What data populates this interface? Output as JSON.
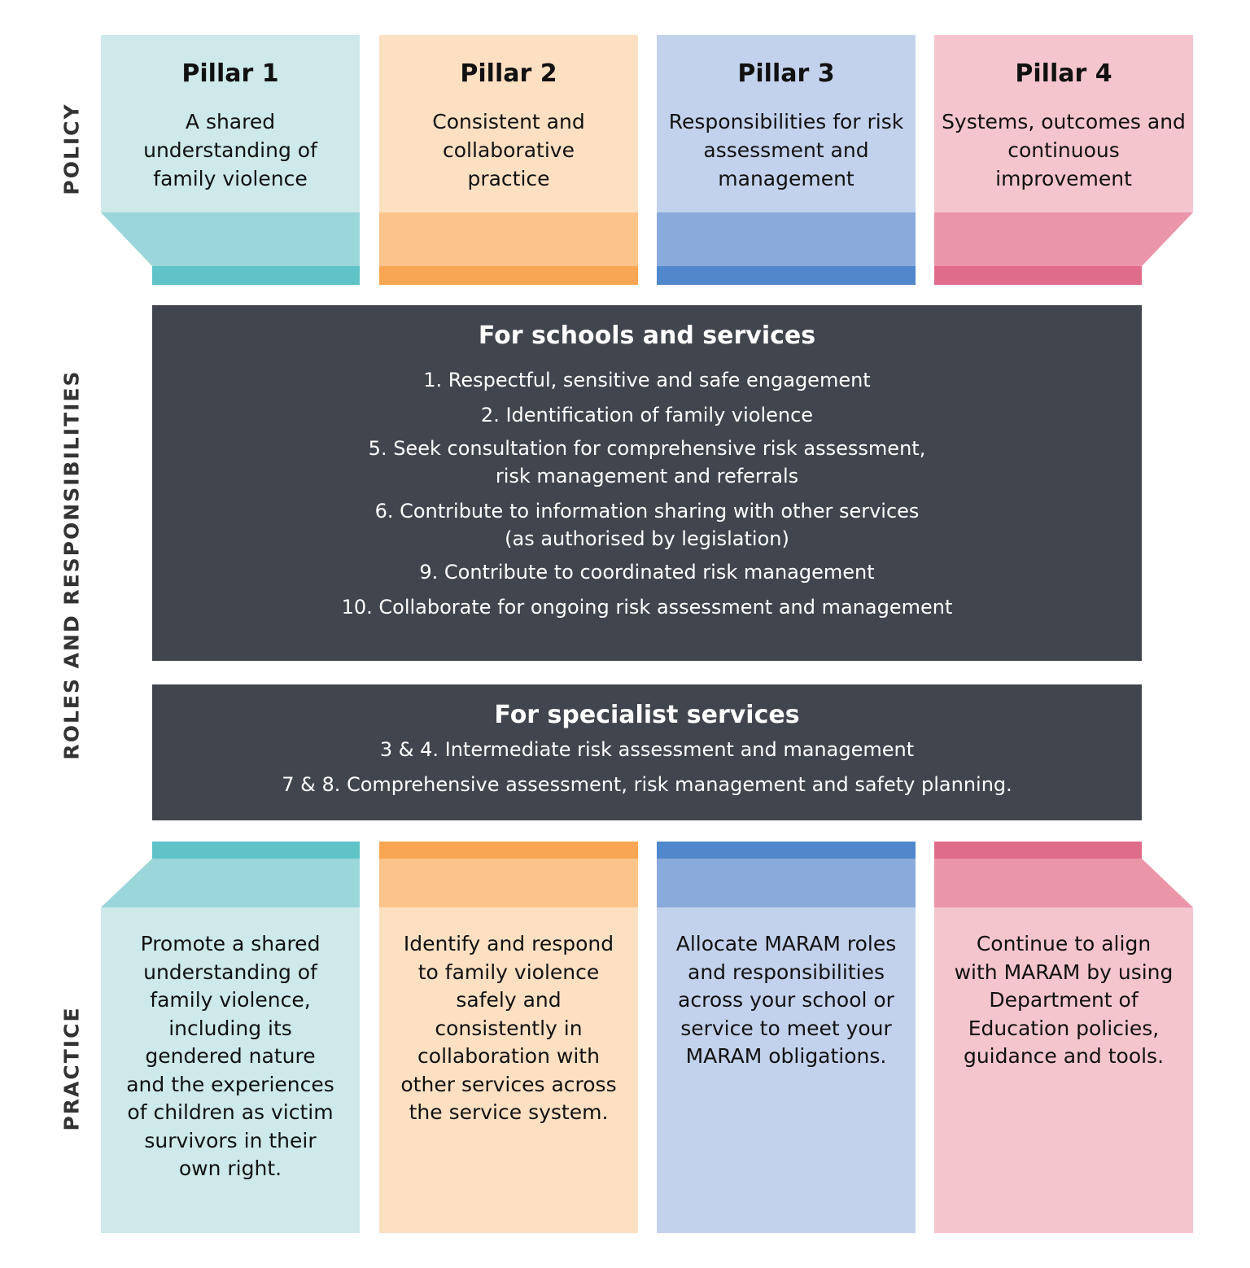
{
  "side_labels": {
    "policy": "POLICY",
    "roles": "ROLES AND RESPONSIBILITIES",
    "practice": "PRACTICE"
  },
  "colors": {
    "teal": [
      "#cde9ea",
      "#9bd6da",
      "#5fc3c8"
    ],
    "orange": [
      "#fde0c2",
      "#fcc48a",
      "#f8a653"
    ],
    "blue": [
      "#c3d2ec",
      "#8aaadb",
      "#5088cb"
    ],
    "pink": [
      "#f5c5ce",
      "#eb95a9",
      "#e06c8c"
    ],
    "dark": "#41454d"
  },
  "pillars": [
    {
      "title": "Pillar 1",
      "desc": "A shared understanding of family violence"
    },
    {
      "title": "Pillar 2",
      "desc": "Consistent and collaborative practice"
    },
    {
      "title": "Pillar 3",
      "desc": "Responsibilities for risk assessment and management"
    },
    {
      "title": "Pillar 4",
      "desc": "Systems, outcomes and continuous improvement"
    }
  ],
  "schools": {
    "title": "For schools and services",
    "items": [
      "1. Respectful, sensitive and safe engagement",
      "2. Identification of family violence",
      "5. Seek consultation for comprehensive risk assessment,\nrisk management and referrals",
      "6. Contribute to information sharing with other services\n(as authorised by legislation)",
      "9. Contribute to coordinated risk management",
      "10. Collaborate for ongoing risk assessment and management"
    ]
  },
  "specialist": {
    "title": "For specialist services",
    "items": [
      "3 & 4. Intermediate risk assessment and management",
      "7 & 8. Comprehensive assessment, risk management and safety planning."
    ]
  },
  "practice": [
    "Promote a shared understanding of family violence, including its gendered nature and the experiences of children as victim survivors in their own right.",
    "Identify and respond to family violence safely and consistently in collaboration with other services across the service system.",
    "Allocate MARAM roles and responsibilities across your school or service to meet your MARAM obligations.",
    "Continue to align with MARAM by using Department of Education policies, guidance and tools."
  ]
}
